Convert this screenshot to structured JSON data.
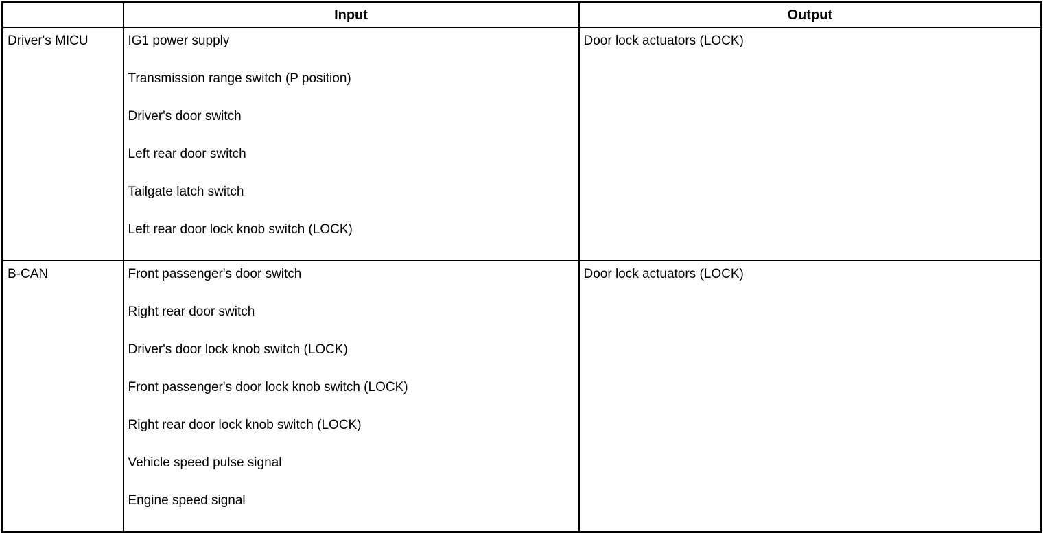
{
  "table": {
    "headers": {
      "source": "",
      "input": "Input",
      "output": "Output"
    },
    "rows": [
      {
        "source": "Driver's MICU",
        "inputs": [
          "IG1 power supply",
          "Transmission range switch (P position)",
          "Driver's door switch",
          "Left rear door switch",
          "Tailgate latch switch",
          "Left rear door lock knob switch (LOCK)"
        ],
        "output": "Door lock actuators (LOCK)"
      },
      {
        "source": "B-CAN",
        "inputs": [
          "Front passenger's door switch",
          "Right rear door switch",
          "Driver's door lock knob switch (LOCK)",
          "Front passenger's door lock knob switch (LOCK)",
          "Right rear door lock knob switch (LOCK)",
          "Vehicle speed pulse signal",
          "Engine speed signal"
        ],
        "output": "Door lock actuators (LOCK)"
      }
    ],
    "colors": {
      "border": "#000000",
      "text": "#000000",
      "background": "#ffffff"
    }
  }
}
